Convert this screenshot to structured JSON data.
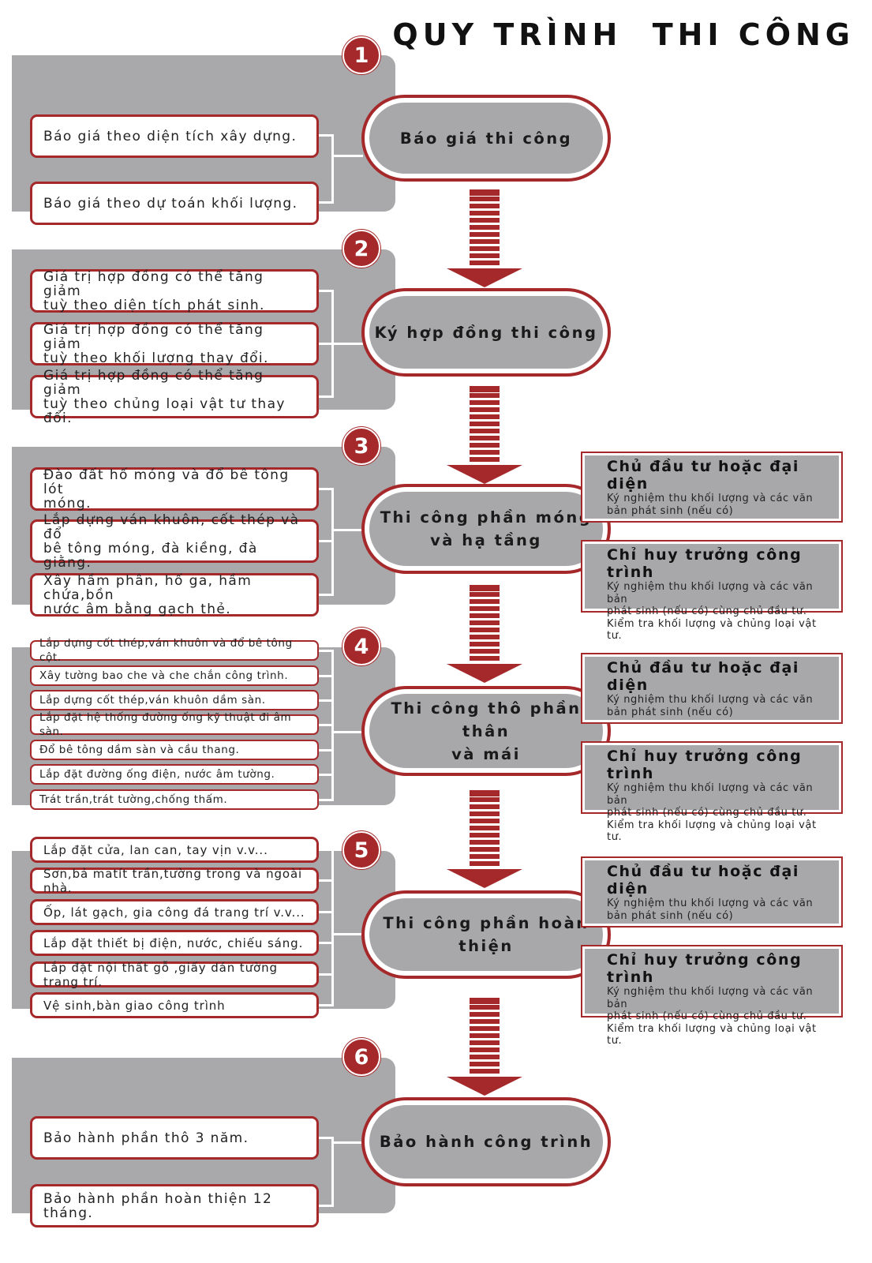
{
  "title": "QUY TRÌNH  THI CÔNG",
  "steps": [
    {
      "number": "1",
      "main": "Báo giá thi công",
      "items": [
        "Báo giá theo diện tích xây dựng.",
        "Báo giá theo dự toán khối lượng."
      ]
    },
    {
      "number": "2",
      "main": "Ký hợp đồng thi công",
      "items": [
        "Giá trị hợp đồng có thể tăng giảm\ntuỳ theo diện tích phát sinh.",
        "Giá trị hợp đồng có thể tăng giảm\ntuỳ theo khối lượng thay đổi.",
        "Giá trị hợp đồng có thể tăng giảm\ntuỳ theo chủng loại vật tư thay đổi."
      ]
    },
    {
      "number": "3",
      "main": "Thi công phần móng\nvà hạ tầng",
      "items": [
        "Đào đất hố móng và đổ bê tông lót\nmóng.",
        "Lắp dựng ván khuôn, cốt thép và đổ\nbê tông móng, đà kiềng, đà giằng.",
        "Xây hầm phân, hố ga, hầm chứa,bồn\nnước âm bằng gạch thẻ."
      ]
    },
    {
      "number": "4",
      "main": "Thi công thô phần thân\nvà mái",
      "items": [
        "Lắp dựng cốt thép,ván khuôn và đổ bê tông cột.",
        "Xây tường bao che và che chắn công trình.",
        "Lắp dựng cốt thép,ván khuôn dầm sàn.",
        "Lắp đặt hệ thống đường ống kỹ thuật đi âm sàn.",
        "Đổ bê tông dầm sàn và cầu thang.",
        "Lắp đặt đường ống điện, nước âm tường.",
        "Trát trần,trát tường,chống thấm."
      ]
    },
    {
      "number": "5",
      "main": "Thi công phần hoàn thiện",
      "items": [
        "Lắp đặt cửa, lan can, tay vịn v.v...",
        "Sơn,bả matít trần,tường trong và ngoài nhà.",
        "Ốp, lát gạch, gia công đá trang trí v.v...",
        "Lắp đặt thiết bị điện, nước, chiếu sáng.",
        "Lắp đặt nội thất gỗ ,giấy dán tường trang trí.",
        "Vệ sinh,bàn giao công trình"
      ]
    },
    {
      "number": "6",
      "main": "Bảo hành công trình",
      "items": [
        "Bảo hành phần thô 3 năm.",
        "Bảo hành phần hoàn thiện 12 tháng."
      ]
    }
  ],
  "notes": {
    "owner_title": "Chủ đầu tư hoặc đại diện",
    "owner_body": "Ký nghiệm thu khối lượng và các văn\nbản phát sinh (nếu có)",
    "manager_title": "Chỉ huy trưởng công trình",
    "manager_body": "Ký nghiệm thu khối lượng và các văn bản\nphát sinh (nếu có) cùng chủ đầu tư.\nKiểm tra khối lượng và chủng loại vật tư."
  },
  "colors": {
    "accent": "#a5282a",
    "panel": "#a9a9ab",
    "pill": "#a8a8aa"
  }
}
